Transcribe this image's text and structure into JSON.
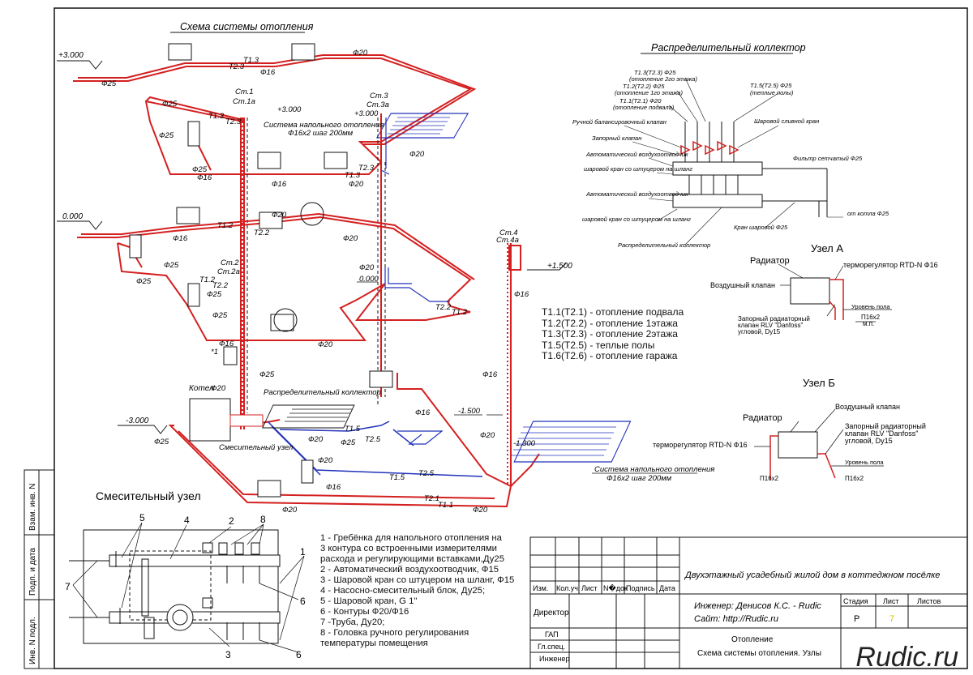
{
  "titles": {
    "scheme": "Схема системы отопления",
    "collector": "Распределительный коллектор",
    "node_a": "Узел А",
    "node_b": "Узел Б",
    "mixing": "Смесительный узел"
  },
  "levels": {
    "top": "+3.000",
    "mid": "0.000",
    "bottom": "-3.000",
    "floor2": "+3.000",
    "floor2b": "+3.000",
    "mid_b": "0.000",
    "garage": "+1.500",
    "low1": "-1.500",
    "low2": "-1.300"
  },
  "risers": {
    "st1": "Ст.1",
    "st1a": "Ст.1а",
    "st2": "Ст.2",
    "st2a": "Ст.2а",
    "st3": "Ст.3",
    "st3a": "Ст.3а",
    "st4": "Ст.4",
    "st4a": "Ст.4а"
  },
  "pipe_labels": {
    "f25": "Ф25",
    "f20": "Ф20",
    "f16": "Ф16",
    "t11": "Т1.1",
    "t21": "Т2.1",
    "t12": "Т1.2",
    "t22": "Т2.2",
    "t13": "Т1.3",
    "t23": "Т2.3",
    "t15": "Т1.5",
    "t25": "Т2.5",
    "star1": "*1"
  },
  "scheme_notes": {
    "floor_heating1": "Система напольного отопления",
    "floor_heating1_spec": "Ф16х2 шаг 200мм",
    "floor_heating2": "Система напольного отопления",
    "floor_heating2_spec": "Ф16х2 шаг 200мм",
    "boiler": "Котел",
    "distributor": "Распределительный коллектор",
    "mixing_node": "Смесительный узел"
  },
  "collector_labels": {
    "t13": "Т1.3(Т2.3) Ф25",
    "t13_desc": "(отопление 2го этажа)",
    "t12": "Т1.2(Т2.2) Ф25",
    "t12_desc": "(отопление 1го этажа)",
    "t11": "Т1.1(Т2.1) Ф20",
    "t11_desc": "(отопление подвала)",
    "t15": "Т1.5(Т2.5) Ф25",
    "t15_desc": "(теплые полы)",
    "balance_valve": "Ручной балансировочный клапан",
    "shutoff": "Запорный клапан",
    "air_vent": "Автоматический воздухоотводчик",
    "ball_hose": "шаровой кран со штуцером на шланг",
    "air_vent2": "Автоматический воздухоотводчик",
    "ball_hose2": "шаровой кран со штуцером на шланг",
    "dist_collector": "Распределительный коллектор",
    "ball_drain": "Шаровой сливной кран",
    "filter": "Фильтр сетчатый Ф25",
    "from_boiler": "от котла Ф25",
    "ball_valve": "Кран шаровой Ф25"
  },
  "legend": [
    "Т1.1(Т2.1) - отопление подвала",
    "Т1.2(Т2.2) - отопление 1этажа",
    "Т1.3(Т2.3) - отопление 2этажа",
    "Т1.5(Т2.5) - теплые полы",
    "Т1.6(Т2.6) - отопление гаража"
  ],
  "node_a": {
    "radiator": "Радиатор",
    "thermo": "терморегулятор RTD-N Ф16",
    "air_valve": "Воздушный клапан",
    "floor_level": "Уровень пола",
    "valve1": "Запорный радиаторный",
    "valve2": "клапан RLV \"Danfoss\"",
    "valve3": "угловой, Dy15",
    "pipe": "П16х2",
    "pipe_unit": "м.п."
  },
  "node_b": {
    "radiator": "Радиатор",
    "air_valve": "Воздушный клапан",
    "thermo": "терморегулятор RTD-N Ф16",
    "valve1": "Запорный радиаторный",
    "valve2": "клапан RLV \"Danfoss\"",
    "valve3": "угловой, Dy15",
    "floor_level": "Уровень пола",
    "pipe_left": "П16х2",
    "pipe_right": "П16х2"
  },
  "mixing_callouts": [
    "5",
    "4",
    "2",
    "8",
    "1",
    "7",
    "6",
    "3",
    "6"
  ],
  "notes": [
    "1 -  Гребёнка для напольного отопления на",
    "      3 контура со встроенными измерителями",
    "      расхода и регулирующими вставками,Ду25",
    "2 - Автоматический воздухоотводчик, Ф15",
    "3 - Шаровой кран со штуцером на шланг, Ф15",
    "4 - Насосно-смесительный блок, Ду25;",
    "5 - Шаровой кран, G 1\"",
    "6 - Контуры Ф20/Ф16",
    "7 -Труба, Ду20;",
    "8 - Головка ручного регулирования",
    "      температуры помещения"
  ],
  "side_stamp": [
    "Взам. инв. N",
    "Подп. и дата",
    "Инв. N подл."
  ],
  "title_block": {
    "project": "Двухэтажный усадебный жилой дом в коттеджном посёлке",
    "cols": [
      "Изм.",
      "Кол.уч",
      "Лист",
      "N�док",
      "Подпись",
      "Дата"
    ],
    "director": "Директор",
    "gap": "ГАП",
    "gl_spec": "Гл.спец.",
    "engineer": "Инженер",
    "author": "Инженер: Денисов К.С. - Rudic",
    "site": "Сайт: http://Rudic.ru",
    "stage_h": "Стадия",
    "sheet_h": "Лист",
    "sheets_h": "Листов",
    "stage": "Р",
    "sheet": "7",
    "section": "Отопление",
    "sheet_title": "Схема  системы отопления. Узлы"
  },
  "watermark": "Rudic.ru",
  "colors": {
    "supply": "#d42020",
    "return_floor": "#2233bb",
    "ink": "#111111"
  }
}
